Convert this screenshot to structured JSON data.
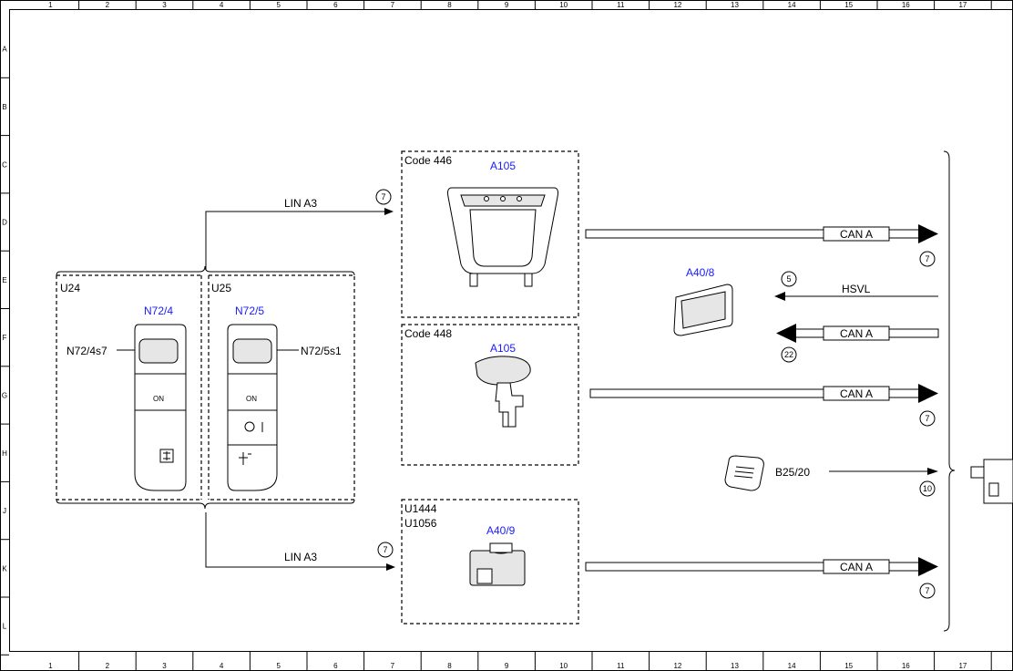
{
  "frame": {
    "columns": [
      "1",
      "2",
      "3",
      "4",
      "5",
      "6",
      "7",
      "8",
      "9",
      "10",
      "11",
      "12",
      "13",
      "14",
      "15",
      "16",
      "17"
    ],
    "rows": [
      "A",
      "B",
      "C",
      "D",
      "E",
      "F",
      "G",
      "H",
      "J",
      "K",
      "L"
    ]
  },
  "groups": {
    "u24": "U24",
    "u25": "U25",
    "code446": "Code 446",
    "code448": "Code 448",
    "u1444": "U1444",
    "u1056": "U1056"
  },
  "components": {
    "n72_4": "N72/4",
    "n72_5": "N72/5",
    "n72_4s7": "N72/4s7",
    "n72_5s1": "N72/5s1",
    "a105_top": "A105",
    "a105_mid": "A105",
    "a40_8": "A40/8",
    "a40_9": "A40/9",
    "b25_20": "B25/20"
  },
  "switch_labels": {
    "on_left": "ON",
    "on_right": "ON"
  },
  "buses": {
    "lin_top": "LIN A3",
    "lin_bottom": "LIN A3",
    "can1": "CAN A",
    "can2": "CAN A",
    "can3": "CAN A",
    "can4": "CAN A",
    "hsvl": "HSVL"
  },
  "refs": {
    "r_lin_top": "7",
    "r_lin_bottom": "7",
    "r_can1": "7",
    "r_hsvl": "5",
    "r_can2": "22",
    "r_can3": "7",
    "r_b25": "10",
    "r_can4": "7"
  },
  "colors": {
    "component_label": "#1a1aff",
    "line": "#000000"
  }
}
